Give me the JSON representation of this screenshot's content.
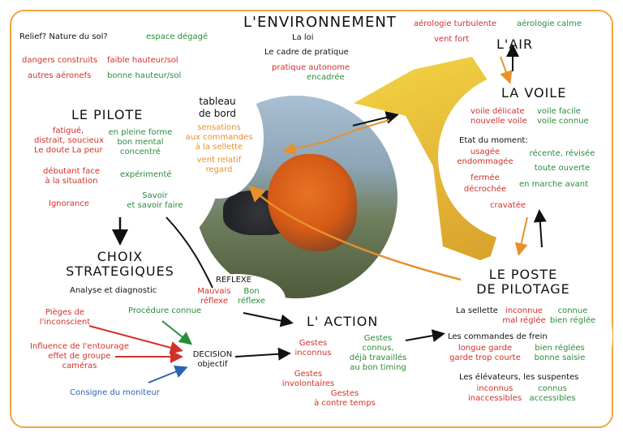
{
  "title": "L'ENVIRONNEMENT",
  "env": {
    "relief": "Relief? Nature du sol?",
    "espace": "espace dégagé",
    "loi": "La loi",
    "cadre": "Le cadre de pratique",
    "pratique_autonome": "pratique autonome",
    "encadree": "encadrée",
    "dangers": "dangers construits",
    "faible_hauteur": "faible hauteur/sol",
    "autres_aeronefs": "autres aéronefs",
    "bonne_hauteur": "bonne hauteur/sol",
    "aerologie_turbulente": "aérologie turbulente",
    "aerologie_calme": "aérologie calme",
    "vent_fort": "vent fort"
  },
  "air": {
    "title": "L'AIR"
  },
  "pilote": {
    "title": "LE PILOTE",
    "red_items": [
      "fatigué,",
      "distrait, soucieux",
      "Le doute  La peur"
    ],
    "green_items": [
      "en pleine forme",
      "bon mental",
      "concentré"
    ],
    "debutant": [
      "débutant face",
      "à la situation"
    ],
    "experimente": "expérimenté",
    "ignorance": "Ignorance",
    "savoir": [
      "Savoir",
      "et savoir faire"
    ]
  },
  "tableau": {
    "title": [
      "tableau",
      "de bord"
    ],
    "items": [
      "sensations",
      "aux commandes",
      "à la sellette",
      "vent relatif",
      "regard"
    ]
  },
  "voile": {
    "title": "LA VOILE",
    "red1": [
      "voile délicate",
      "nouvelle voile"
    ],
    "green1": [
      "voile facile",
      "voile connue"
    ],
    "etat": "Etat du moment:",
    "red2": [
      "usagée",
      "endommagée"
    ],
    "green2": [
      "récente, révisée",
      "toute ouverte"
    ],
    "red3": [
      "fermée",
      "décrochée"
    ],
    "green3": "en marche avant",
    "cravatee": "cravatée"
  },
  "choix": {
    "title": [
      "CHOIX",
      "STRATEGIQUES"
    ],
    "subtitle": "Analyse et diagnostic",
    "pieges": [
      "Pièges de",
      "l'inconscient"
    ],
    "procedure": "Procédure connue",
    "influence": [
      "Influence de l'entourage",
      "effet de groupe",
      "caméras"
    ],
    "decision": [
      "DECISION",
      "objectif"
    ],
    "consigne": "Consigne du moniteur"
  },
  "reflexe": {
    "title": "REFLEXE",
    "mauvais": [
      "Mauvais",
      "réflexe"
    ],
    "bon": [
      "Bon",
      "réflexe"
    ]
  },
  "action": {
    "title": "L' ACTION",
    "gestes_inconnus": [
      "Gestes",
      "inconnus"
    ],
    "gestes_connus": [
      "Gestes",
      "connus,",
      "déjà travaillés",
      "au bon timing"
    ],
    "involontaires": [
      "Gestes",
      "involontaires"
    ],
    "contre_temps": [
      "Gestes",
      "à contre temps"
    ]
  },
  "poste": {
    "title": [
      "LE POSTE",
      "DE PILOTAGE"
    ],
    "sellette": "La sellette",
    "sellette_red": [
      "inconnue",
      "mal réglée"
    ],
    "sellette_green": [
      "connue",
      "bien réglée"
    ],
    "commandes": "Les commandes de frein",
    "commandes_red": [
      "longue garde",
      "garde trop courte"
    ],
    "commandes_green": [
      "bien réglées",
      "bonne saisie"
    ],
    "elevateurs": "Les élévateurs, les suspentes",
    "elevateurs_red": [
      "inconnus",
      "inaccessibles"
    ],
    "elevateurs_green": [
      "connus",
      "accessibles"
    ]
  },
  "colors": {
    "frame": "#f0a640",
    "red": "#d2312b",
    "green": "#2a8c3a",
    "orange": "#e8902b",
    "blue": "#2b63b3"
  }
}
